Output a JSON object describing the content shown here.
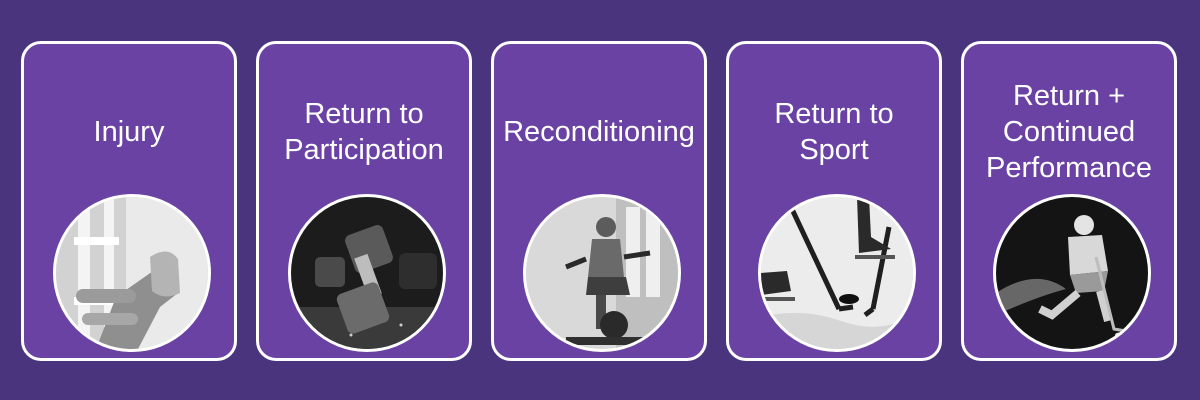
{
  "colors": {
    "background": "#4b347e",
    "card_fill": "#6a42a3",
    "card_border": "#ffffff",
    "text": "#ffffff"
  },
  "stages": [
    {
      "label": "Injury",
      "image": "injured-foot-and-crutches-photo"
    },
    {
      "label": "Return to\nParticipation",
      "image": "dumbbells-photo"
    },
    {
      "label": "Reconditioning",
      "image": "stationary-bike-rider-photo"
    },
    {
      "label": "Return to Sport",
      "image": "hockey-skates-and-puck-photo"
    },
    {
      "label": "Return +\nContinued\nPerformance",
      "image": "hockey-player-photo"
    }
  ]
}
